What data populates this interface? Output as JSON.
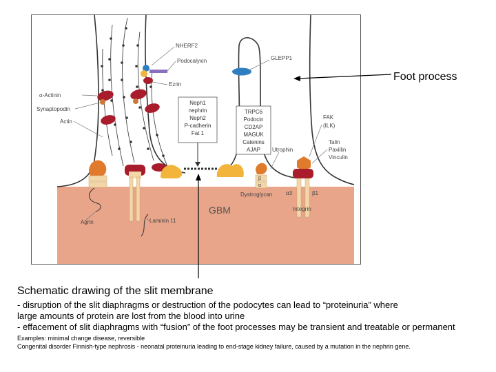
{
  "colors": {
    "gbm": "#e8a58a",
    "gbm_label": "#555555",
    "podocalyxin": "#8a6fbf",
    "glepp1": "#2f7fc0",
    "red_protein": "#a81c2c",
    "orange_protein": "#e07a2c",
    "yellow_protein": "#f2b43a",
    "tan": "#f3d7a8",
    "dot": "#333333"
  },
  "figure": {
    "labels": {
      "nherf2": "NHERF2",
      "podocalyxin": "Podocalyxin",
      "ezrin": "Ezrin",
      "glepp1": "GLEPP1",
      "alpha_actinin": "α-Actinin",
      "synaptopodin": "Synaptopodin",
      "actin": "Actin",
      "slit_box": [
        "Neph1",
        "nephrin",
        "Neph2",
        "P-cadherin",
        "Fat 1"
      ],
      "adapter_box": [
        "TRPC6",
        "Podocin",
        "CD2AP",
        "MAGUK",
        "Catenins",
        "AJAP"
      ],
      "utrophin": "Utrophin",
      "fak": "FAK",
      "ilk": "(ILK)",
      "talin": "Talin",
      "paxillin": "Paxillin",
      "vinculin": "Vinculin",
      "beta": "β",
      "alpha": "α",
      "dystroglycan": "Dystroglycan",
      "alpha3": "α3",
      "beta1": "β1",
      "integrin": "Integrin",
      "gbm": "GBM",
      "agrin": "Agrin",
      "laminin": "Laminin 11"
    }
  },
  "callouts": {
    "foot_process": "Foot process"
  },
  "caption": {
    "title": "Schematic drawing of the slit membrane",
    "lines": [
      "- disruption of the slit diaphragms or destruction of the podocytes can lead to “proteinuria” where",
      "large amounts of protein are lost from the blood into urine",
      "- effacement of slit diaphragms with “fusion” of the foot processes may be transient and treatable or permanent"
    ],
    "notes": [
      "Examples: minimal change disease, reversible",
      "Congenital disorder Finnish-type nephrosis - neonatal proteinuria leading to end-stage kidney failure, caused by a mutation in the nephrin gene."
    ]
  }
}
